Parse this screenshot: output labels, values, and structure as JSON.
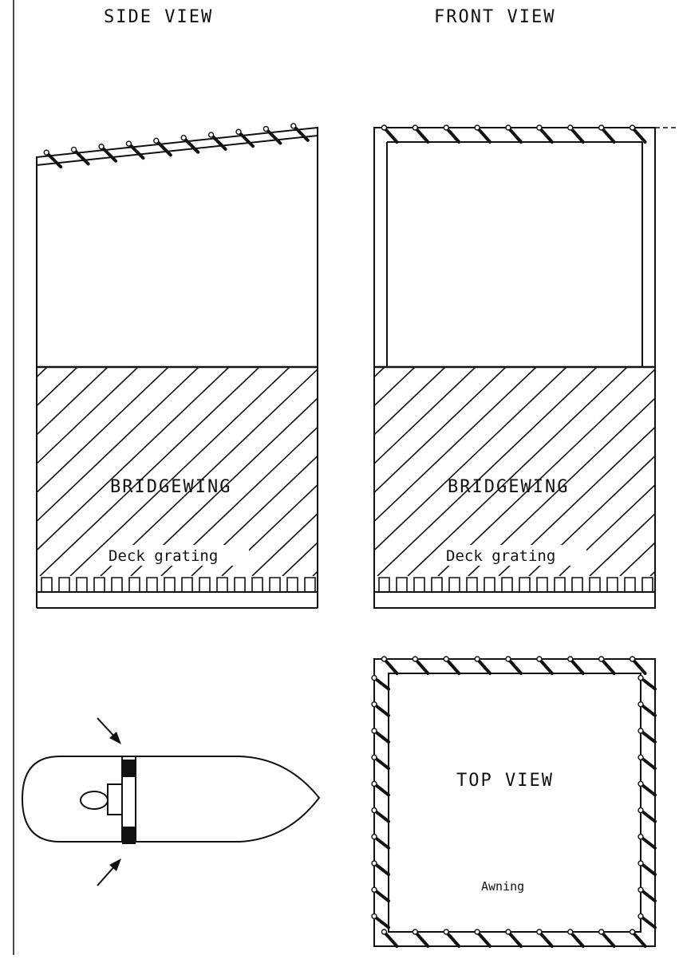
{
  "titles": {
    "side_view": "SIDE VIEW",
    "front_view": "FRONT VIEW",
    "top_view": "TOP VIEW"
  },
  "labels": {
    "bridgewing_side": "BRIDGEWING",
    "deck_grating_side": "Deck grating",
    "bridgewing_front": "BRIDGEWING",
    "deck_grating_front": "Deck grating",
    "awning": "Awning"
  },
  "colors": {
    "ink": "#111111",
    "paper": "#ffffff",
    "marker": "#111111"
  }
}
